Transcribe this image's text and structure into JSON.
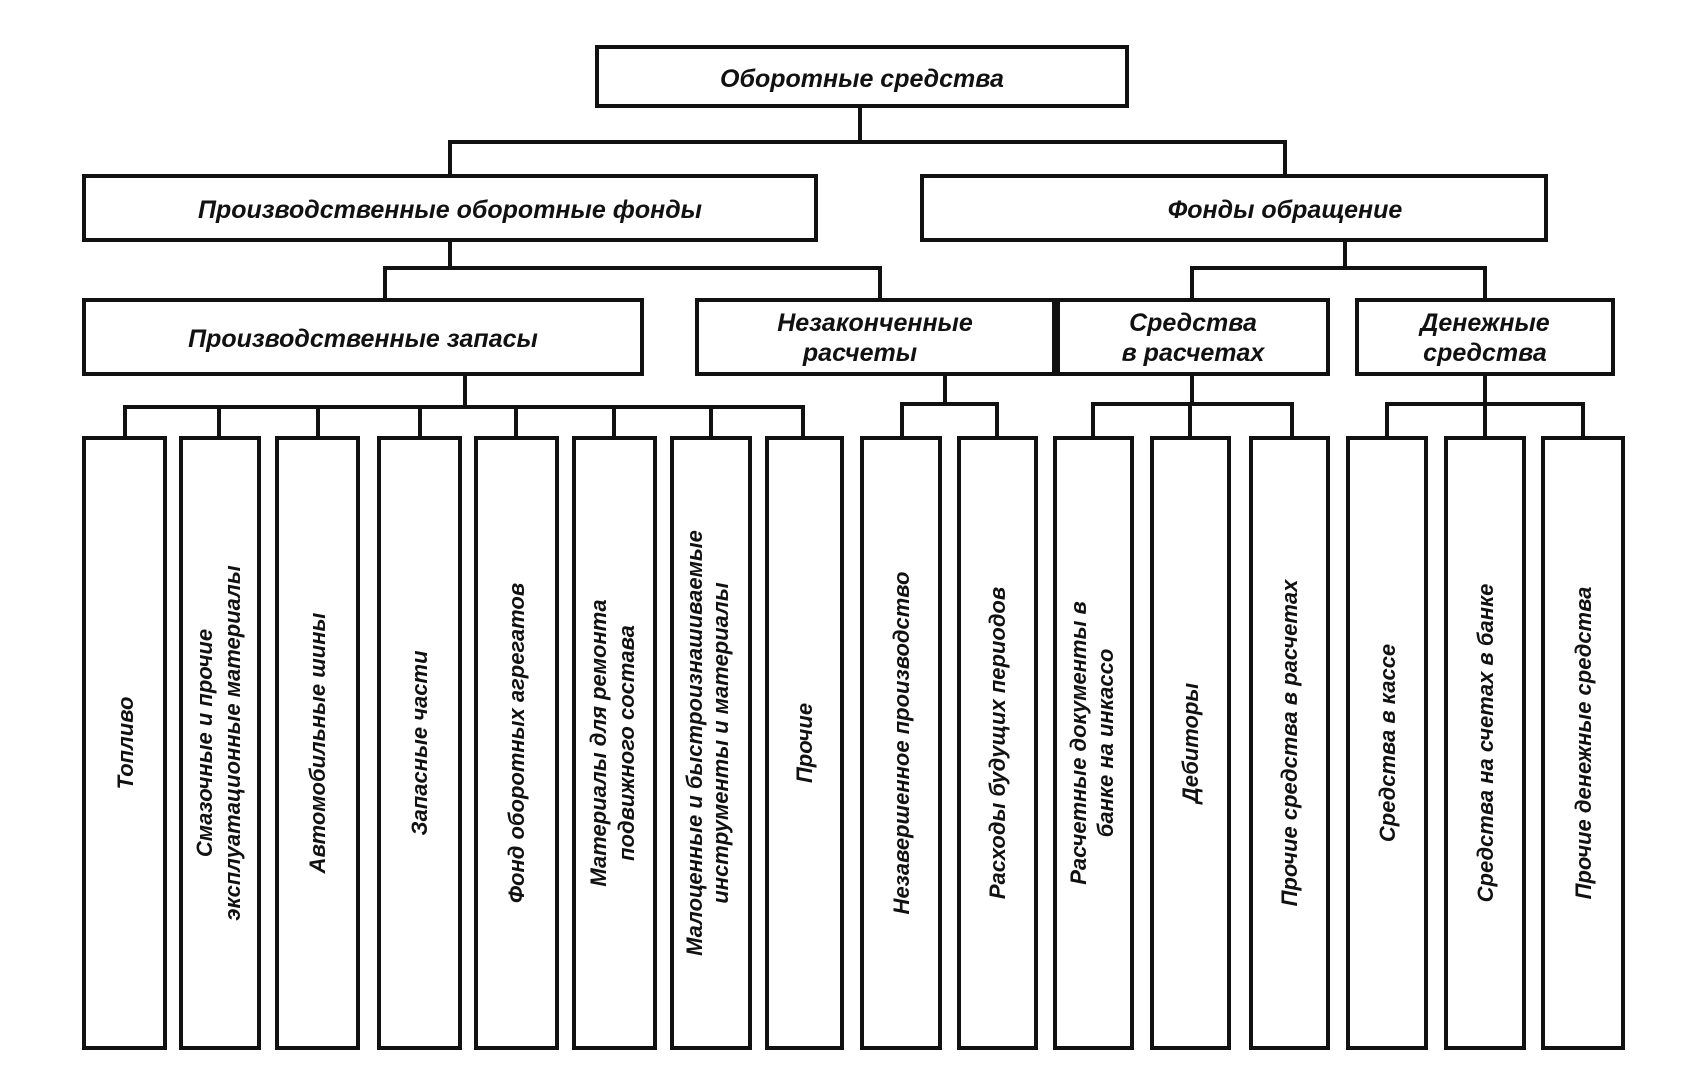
{
  "diagram": {
    "root": "Оборотные средства",
    "l1": {
      "production": "Производственные оборотные фонды",
      "circulation": "Фонды обращение"
    },
    "l2": {
      "stocks": "Производственные запасы",
      "unfinished_l1": "Незаконченные",
      "unfinished_l2": "расчеты",
      "settlements_l1": "Средства",
      "settlements_l2": "в расчетах",
      "cash_l1": "Денежные",
      "cash_l2": "средства"
    },
    "leaves": {
      "fuel": "Топливо",
      "lubricants_l1": "Смазочные и прочие",
      "lubricants_l2": "эксплуатационные материалы",
      "tires": "Автомобильные шины",
      "parts": "Запасные части",
      "units_fund": "Фонд оборотных агрегатов",
      "repair_l1": "Материалы для ремонта",
      "repair_l2": "подвижного состава",
      "tools_l1": "Малоценные и быстроизнашиваемые",
      "tools_l2": "инструменты и материалы",
      "other": "Прочие",
      "wip": "Незавершенное производство",
      "future_exp": "Расходы будущих периодов",
      "docs_l1": "Расчетные документы в",
      "docs_l2": "банке на инкассо",
      "debtors": "Дебиторы",
      "other_settle": "Прочие средства в расчетах",
      "cash_desk": "Средства в кассе",
      "bank": "Средства на счетах в банке",
      "other_cash": "Прочие денежные средства"
    }
  }
}
